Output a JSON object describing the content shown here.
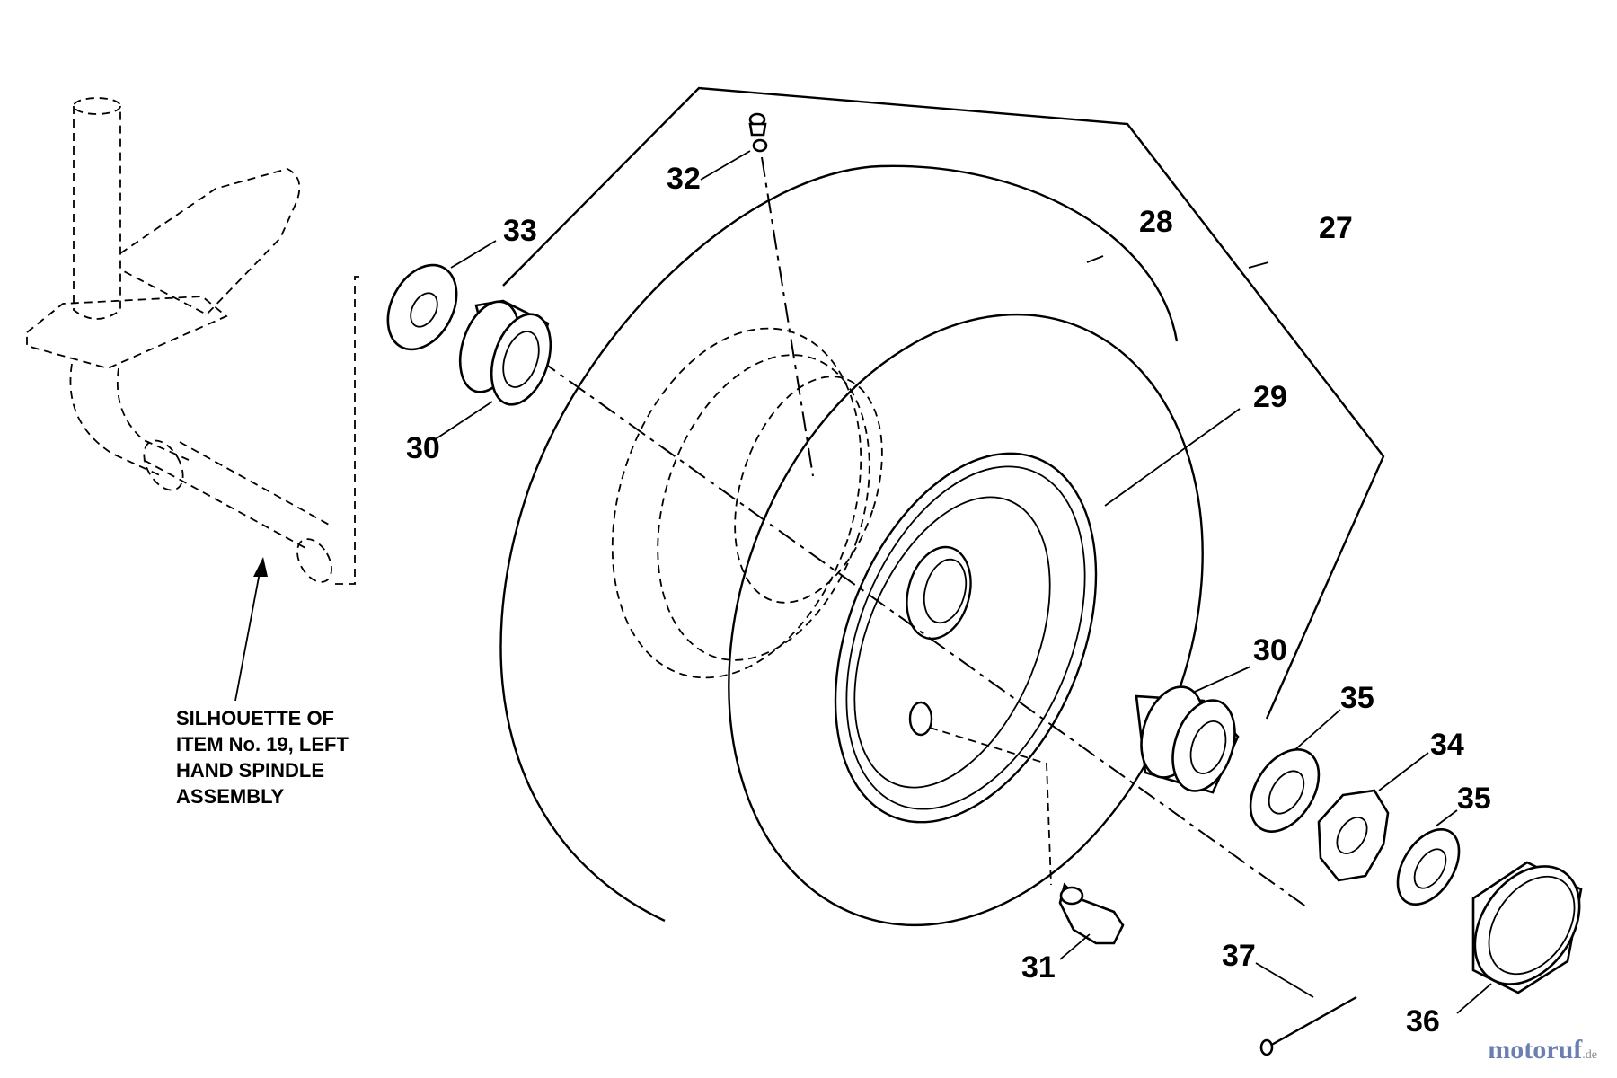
{
  "callouts": {
    "c27": "27",
    "c28": "28",
    "c29": "29",
    "c30a": "30",
    "c30b": "30",
    "c31": "31",
    "c32": "32",
    "c33": "33",
    "c34": "34",
    "c35a": "35",
    "c35b": "35",
    "c36": "36",
    "c37": "37"
  },
  "silhouette_note": "SILHOUETTE OF\nITEM  No. 19, LEFT\nHAND SPINDLE\nASSEMBLY",
  "watermark": {
    "text": "motoruf",
    "suffix": ".de"
  }
}
